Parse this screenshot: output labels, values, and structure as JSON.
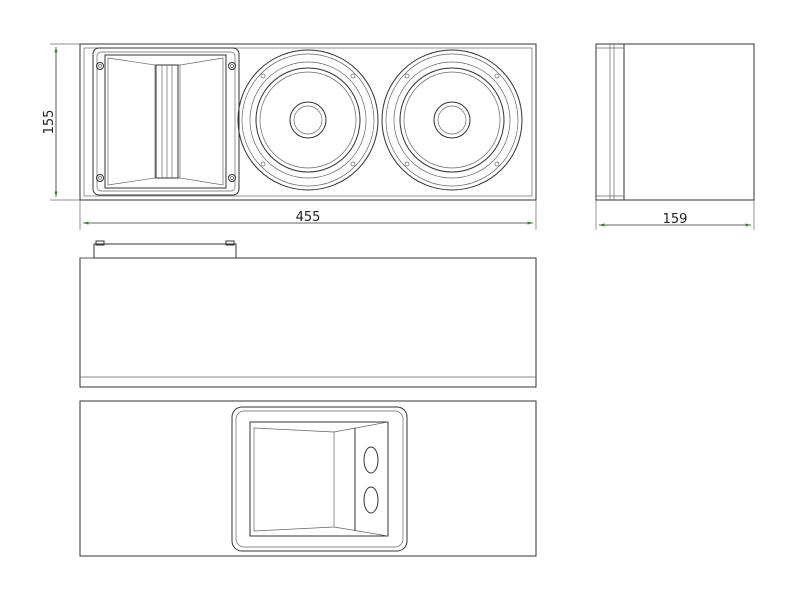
{
  "dimensions": {
    "height_front": "155",
    "width_front": "455",
    "depth_side": "159"
  },
  "colors": {
    "line": "#333333",
    "dimension_arrow": "#2e8b3a"
  }
}
